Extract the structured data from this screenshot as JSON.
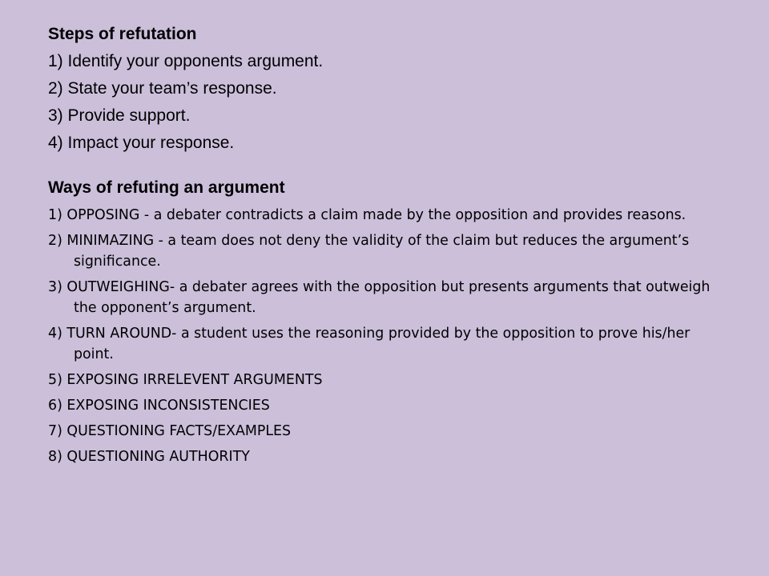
{
  "steps_section": {
    "title": "Steps of refutation",
    "items": [
      "1) Identify your opponents argument.",
      "2) State your team’s response.",
      "3) Provide support.",
      "4) Impact your response."
    ]
  },
  "ways_section": {
    "title": "Ways of refuting an argument",
    "items": [
      "1) OPPOSING - a debater contradicts a claim made by the opposition and provides reasons.",
      "2) MINIMAZING - a team does not deny the validity of the claim but reduces the argument’s significance.",
      "3) OUTWEIGHING- a debater agrees with the opposition but presents arguments that outweigh the opponent’s argument.",
      "4) TURN AROUND- a student uses the reasoning provided by the opposition to prove his/her point.",
      "5) EXPOSING IRRELEVENT ARGUMENTS",
      "6) EXPOSING INCONSISTENCIES",
      "7) QUESTIONING FACTS/EXAMPLES",
      "8) QUESTIONING AUTHORITY"
    ]
  }
}
